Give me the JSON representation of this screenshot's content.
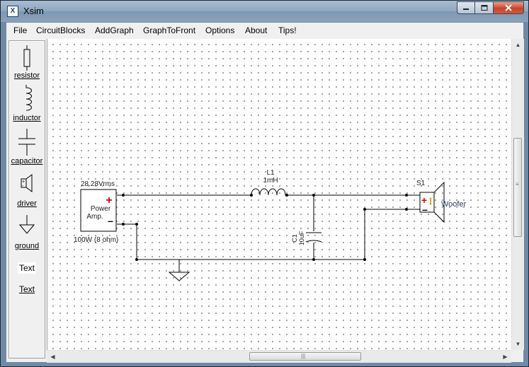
{
  "window": {
    "title": "Xsim",
    "icon": "xsim-app-icon"
  },
  "menu": [
    "File",
    "CircuitBlocks",
    "AddGraph",
    "GraphToFront",
    "Options",
    "About",
    "Tips!"
  ],
  "toolbox": {
    "resistor": "resistor",
    "inductor": "inductor",
    "capacitor": "capacitor",
    "driver": "driver",
    "ground": "ground",
    "text_box": "Text",
    "text_label": "Text"
  },
  "circuit": {
    "amp_voltage": "28.28Vrms",
    "amp_name_line1": "Power",
    "amp_name_line2": "Amp.",
    "amp_spec": "100W (8 ohm)",
    "inductor_ref": "L1",
    "inductor_value": "1mH",
    "capacitor_ref": "C1",
    "capacitor_value": "10uF",
    "speaker_ref": "S1",
    "speaker_name": "Woofer",
    "plus": "+",
    "minus": "–",
    "warning": "!"
  },
  "colors": {
    "plus_red": "#e00000",
    "warning_yellow": "#f0d000",
    "title_blue": "#7d97b2"
  }
}
